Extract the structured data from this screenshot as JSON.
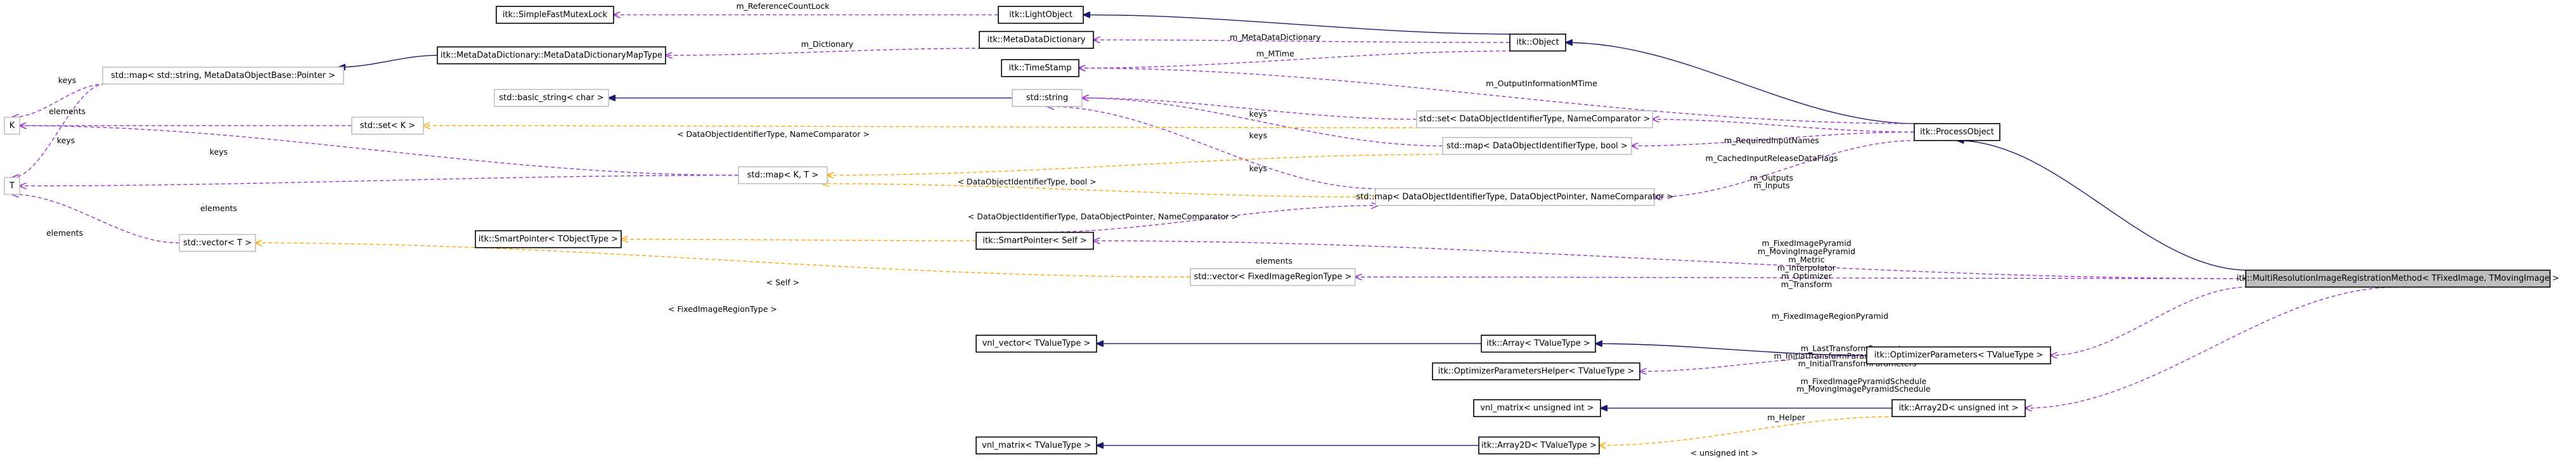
{
  "colors": {
    "inheritance": "#191970",
    "usage": "#9a32cd",
    "template": "#ffa500",
    "node_border": "#000000",
    "node_border_undoc": "#bfbfbf",
    "highlight_fill": "#bfbfbf",
    "node_fill": "#ffffff"
  },
  "nodes": [
    {
      "id": "spm",
      "label": "itk::SimpleFastMutexLock",
      "undoc": false
    },
    {
      "id": "lo",
      "label": "itk::LightObject",
      "undoc": false
    },
    {
      "id": "md",
      "label": "itk::MetaDataDictionary",
      "undoc": false
    },
    {
      "id": "obj",
      "label": "itk::Object",
      "undoc": false
    },
    {
      "id": "mdmap",
      "label": "itk::MetaDataDictionary::MetaDataDictionaryMapType",
      "undoc": false
    },
    {
      "id": "ts",
      "label": "itk::TimeStamp",
      "undoc": false
    },
    {
      "id": "smap",
      "label": "std::map< std::string, MetaDataObjectBase::Pointer >",
      "undoc": true
    },
    {
      "id": "bstr",
      "label": "std::basic_string< char >",
      "undoc": true
    },
    {
      "id": "str",
      "label": "std::string",
      "undoc": true
    },
    {
      "id": "sset",
      "label": "std::set< DataObjectIdentifierType, NameComparator >",
      "undoc": true
    },
    {
      "id": "K",
      "label": "K",
      "undoc": true
    },
    {
      "id": "setk",
      "label": "std::set< K >",
      "undoc": true
    },
    {
      "id": "po",
      "label": "itk::ProcessObject",
      "undoc": false
    },
    {
      "id": "mapb",
      "label": "std::map< DataObjectIdentifierType, bool >",
      "undoc": true
    },
    {
      "id": "mapkt",
      "label": "std::map< K, T >",
      "undoc": true
    },
    {
      "id": "T",
      "label": "T",
      "undoc": true
    },
    {
      "id": "mapdo",
      "label": "std::map< DataObjectIdentifierType, DataObjectPointer, NameComparator >",
      "undoc": true
    },
    {
      "id": "spt",
      "label": "itk::SmartPointer< TObjectType >",
      "undoc": false
    },
    {
      "id": "sps",
      "label": "itk::SmartPointer< Self >",
      "undoc": false
    },
    {
      "id": "vect",
      "label": "std::vector< T >",
      "undoc": true
    },
    {
      "id": "vecf",
      "label": "std::vector< FixedImageRegionType >",
      "undoc": true
    },
    {
      "id": "mrm",
      "label": "itk::MultiResolutionImageRegistrationMethod< TFixedImage, TMovingImage >",
      "undoc": false,
      "highlight": true
    },
    {
      "id": "vnlv",
      "label": "vnl_vector< TValueType >",
      "undoc": false
    },
    {
      "id": "arr",
      "label": "itk::Array< TValueType >",
      "undoc": false
    },
    {
      "id": "op",
      "label": "itk::OptimizerParameters< TValueType >",
      "undoc": false
    },
    {
      "id": "oph",
      "label": "itk::OptimizerParametersHelper< TValueType >",
      "undoc": false
    },
    {
      "id": "vnlmu",
      "label": "vnl_matrix< unsigned int >",
      "undoc": false
    },
    {
      "id": "a2du",
      "label": "itk::Array2D< unsigned int >",
      "undoc": false
    },
    {
      "id": "vnlm",
      "label": "vnl_matrix< TValueType >",
      "undoc": false
    },
    {
      "id": "a2d",
      "label": "itk::Array2D< TValueType >",
      "undoc": false
    }
  ],
  "edge_labels": {
    "m_ReferenceCountLock": "m_ReferenceCountLock",
    "m_Dictionary": "m_Dictionary",
    "m_MetaDataDictionary": "m_MetaDataDictionary",
    "m_MTime": "m_MTime",
    "m_OutputInformationMTime": "m_OutputInformationMTime",
    "keys": "keys",
    "elements": "elements",
    "m_RequiredInputNames": "m_RequiredInputNames",
    "m_CachedInputReleaseDataFlags": "m_CachedInputReleaseDataFlags",
    "setk_template": "< DataObjectIdentifierType, NameComparator >",
    "mapb_template": "< DataObjectIdentifierType, bool >",
    "mapdo_template": "< DataObjectIdentifierType, DataObjectPointer, NameComparator >",
    "m_Outputs": "m_Outputs",
    "m_Inputs": "m_Inputs",
    "self": "< Self >",
    "mrm_members": [
      "m_FixedImagePyramid",
      "m_MovingImagePyramid",
      "m_Metric",
      "m_Interpolator",
      "m_Optimizer",
      "m_Transform"
    ],
    "fixed_region_type": "< FixedImageRegionType >",
    "m_FixedImageRegionPyramid": "m_FixedImageRegionPyramid",
    "op_members": [
      "m_LastTransformParameters",
      "m_InitialTransformParametersOfNextLevel",
      "m_InitialTransformParameters"
    ],
    "m_Helper": "m_Helper",
    "schedule_members": [
      "m_FixedImagePyramidSchedule",
      "m_MovingImagePyramidSchedule"
    ],
    "unsigned_int": "< unsigned int >"
  }
}
